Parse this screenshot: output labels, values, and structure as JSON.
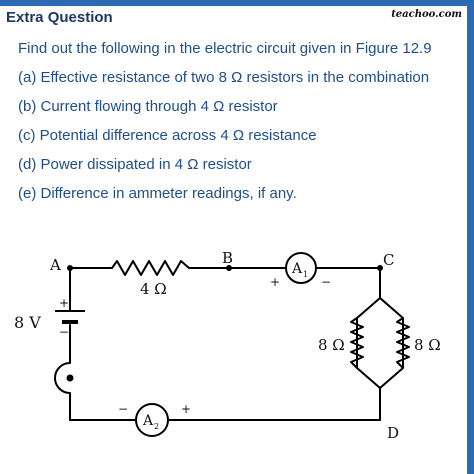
{
  "colors": {
    "brand": "#2e6ab4",
    "heading": "#1f3864",
    "question": "#1f4e8c",
    "wire": "#000000"
  },
  "header": {
    "title": "Extra Question",
    "watermark": "teachoo.com"
  },
  "question": {
    "prompt": "Find out the following in the electric circuit given in Figure 12.9",
    "parts": [
      "(a) Effective resistance of two 8 Ω resistors in the combination",
      "(b) Current flowing through 4 Ω resistor",
      "(c) Potential difference across 4 Ω resistance",
      "(d) Power dissipated in 4 Ω resistor",
      "(e) Difference in ammeter readings, if any."
    ]
  },
  "circuit": {
    "nodes": {
      "A": "A",
      "B": "B",
      "C": "C",
      "D": "D"
    },
    "battery": {
      "voltage": "8 V",
      "positive": "+",
      "negative": "−"
    },
    "resistor_series": "4 Ω",
    "resistor_left": "8 Ω",
    "resistor_right": "8 Ω",
    "ammeter1": {
      "symbol": "A",
      "subscript": "1",
      "positive": "+",
      "negative": "−"
    },
    "ammeter2": {
      "symbol": "A",
      "subscript": "2",
      "positive": "+",
      "negative": "−"
    },
    "key_icon": "plug-key-icon"
  }
}
